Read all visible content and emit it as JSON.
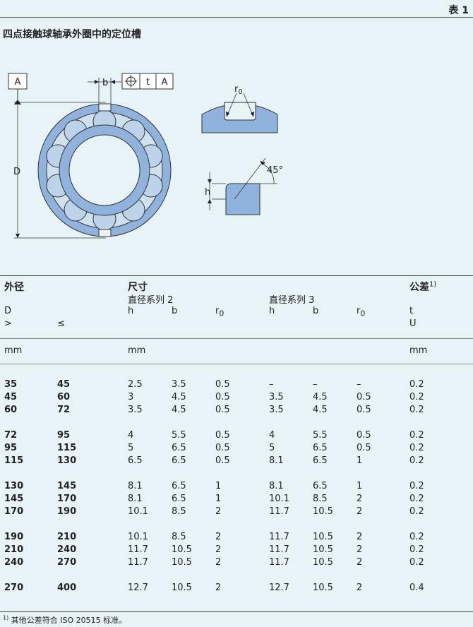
{
  "table_label": "表 1",
  "title": "四点接触球轴承外圈中的定位槽",
  "diagram": {
    "datum": "A",
    "width_label": "b",
    "frame_tolerance": "t",
    "frame_datum": "A",
    "diameter_label": "D",
    "radius_label": "r",
    "radius_sub": "0",
    "angle_label": "45°",
    "height_label": "h",
    "colors": {
      "fill": "#8fb3dc",
      "stroke": "#333333"
    }
  },
  "table": {
    "header": {
      "outer_diameter": "外径",
      "dimensions": "尺寸",
      "tolerance": "公差",
      "tolerance_note": "1)",
      "series2": "直径系列 2",
      "series3": "直径系列 3",
      "D": "D",
      "gt": ">",
      "le": "≤",
      "h": "h",
      "b": "b",
      "r": "r",
      "r_sub": "0",
      "t": "t",
      "U": "U",
      "mm": "mm"
    },
    "groups": [
      [
        [
          "35",
          "45",
          "2.5",
          "3.5",
          "0.5",
          "–",
          "–",
          "–",
          "0.2"
        ],
        [
          "45",
          "60",
          "3",
          "4.5",
          "0.5",
          "3.5",
          "4.5",
          "0.5",
          "0.2"
        ],
        [
          "60",
          "72",
          "3.5",
          "4.5",
          "0.5",
          "3.5",
          "4.5",
          "0.5",
          "0.2"
        ]
      ],
      [
        [
          "72",
          "95",
          "4",
          "5.5",
          "0.5",
          "4",
          "5.5",
          "0.5",
          "0.2"
        ],
        [
          "95",
          "115",
          "5",
          "6.5",
          "0.5",
          "5",
          "6.5",
          "0.5",
          "0.2"
        ],
        [
          "115",
          "130",
          "6.5",
          "6.5",
          "0.5",
          "8.1",
          "6.5",
          "1",
          "0.2"
        ]
      ],
      [
        [
          "130",
          "145",
          "8.1",
          "6.5",
          "1",
          "8.1",
          "6.5",
          "1",
          "0.2"
        ],
        [
          "145",
          "170",
          "8.1",
          "6.5",
          "1",
          "10.1",
          "8.5",
          "2",
          "0.2"
        ],
        [
          "170",
          "190",
          "10.1",
          "8.5",
          "2",
          "11.7",
          "10.5",
          "2",
          "0.2"
        ]
      ],
      [
        [
          "190",
          "210",
          "10.1",
          "8.5",
          "2",
          "11.7",
          "10.5",
          "2",
          "0.2"
        ],
        [
          "210",
          "240",
          "11.7",
          "10.5",
          "2",
          "11.7",
          "10.5",
          "2",
          "0.2"
        ],
        [
          "240",
          "270",
          "11.7",
          "10.5",
          "2",
          "11.7",
          "10.5",
          "2",
          "0.2"
        ]
      ],
      [
        [
          "270",
          "400",
          "12.7",
          "10.5",
          "2",
          "12.7",
          "10.5",
          "2",
          "0.4"
        ]
      ]
    ]
  },
  "footnote": {
    "mark": "1)",
    "text": "其他公差符合 ISO 20515 标准。"
  }
}
